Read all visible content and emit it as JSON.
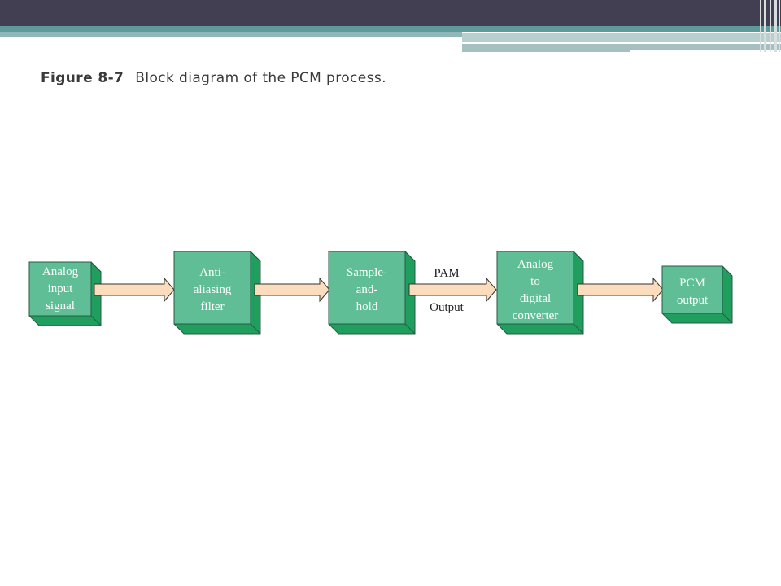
{
  "title": {
    "figure": "Figure 8-7",
    "caption": "Block diagram of the PCM process."
  },
  "colors": {
    "block_face": "#5fbe96",
    "block_side": "#1f9e5e",
    "arrow_fill": "#fbdcbc",
    "header_dark": "#423f52",
    "header_teal": "#5e9a9a"
  },
  "blocks": [
    {
      "id": "analog-input",
      "lines": [
        "Analog",
        "input",
        "signal"
      ]
    },
    {
      "id": "anti-aliasing",
      "lines": [
        "Anti-",
        "aliasing",
        "filter"
      ]
    },
    {
      "id": "sample-hold",
      "lines": [
        "Sample-",
        "and-",
        "hold"
      ]
    },
    {
      "id": "adc",
      "lines": [
        "Analog",
        "to",
        "digital",
        "converter"
      ]
    },
    {
      "id": "pcm-output",
      "lines": [
        "PCM",
        "output"
      ]
    }
  ],
  "arrow_labels": {
    "pam_top": "PAM",
    "pam_bottom": "Output"
  }
}
